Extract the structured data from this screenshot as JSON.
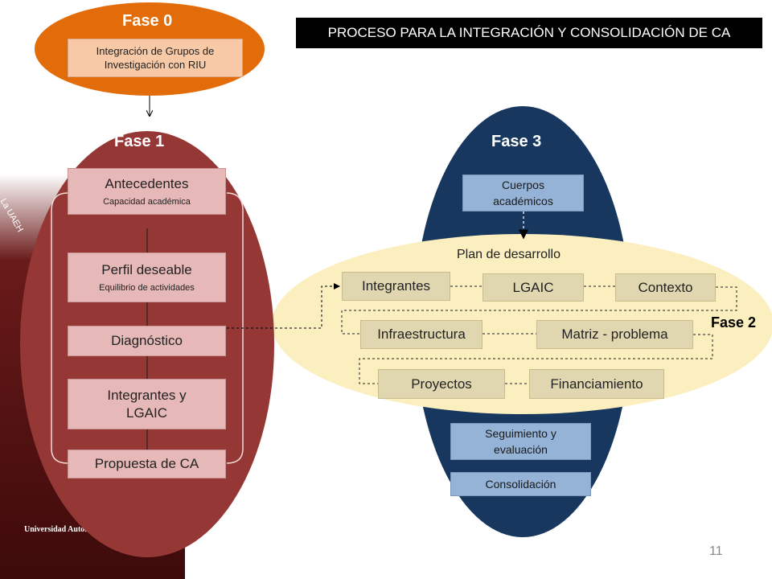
{
  "title": "PROCESO PARA LA INTEGRACIÓN Y CONSOLIDACIÓN DE CA",
  "page_number": "11",
  "sidebar": {
    "vertical_text": "La UAEH",
    "university": "Universidad Autónoma del Estado de Hidalgo"
  },
  "phase0": {
    "label": "Fase 0",
    "box": "Integración de Grupos de Investigación con RIU"
  },
  "phase1": {
    "label": "Fase 1",
    "items": [
      {
        "title": "Antecedentes",
        "sub": "Capacidad académica"
      },
      {
        "title": "Perfil deseable",
        "sub": "Equilibrio de actividades"
      },
      {
        "title": "Diagnóstico",
        "sub": ""
      },
      {
        "title": "Integrantes y LGAIC",
        "sub": ""
      },
      {
        "title": "Propuesta de CA",
        "sub": ""
      }
    ]
  },
  "phase2": {
    "label": "Fase 2",
    "heading": "Plan de desarrollo",
    "items": [
      "Integrantes",
      "LGAIC",
      "Contexto",
      "Infraestructura",
      "Matriz - problema",
      "Proyectos",
      "Financiamiento"
    ]
  },
  "phase3": {
    "label": "Fase 3",
    "top_box": "Cuerpos académicos",
    "bottom_boxes": [
      "Seguimiento y evaluación",
      "Consolidación"
    ]
  },
  "colors": {
    "phase0": "#e36c0a",
    "phase1": "#953735",
    "phase3": "#17375e",
    "phase2": "#fbeebf"
  }
}
